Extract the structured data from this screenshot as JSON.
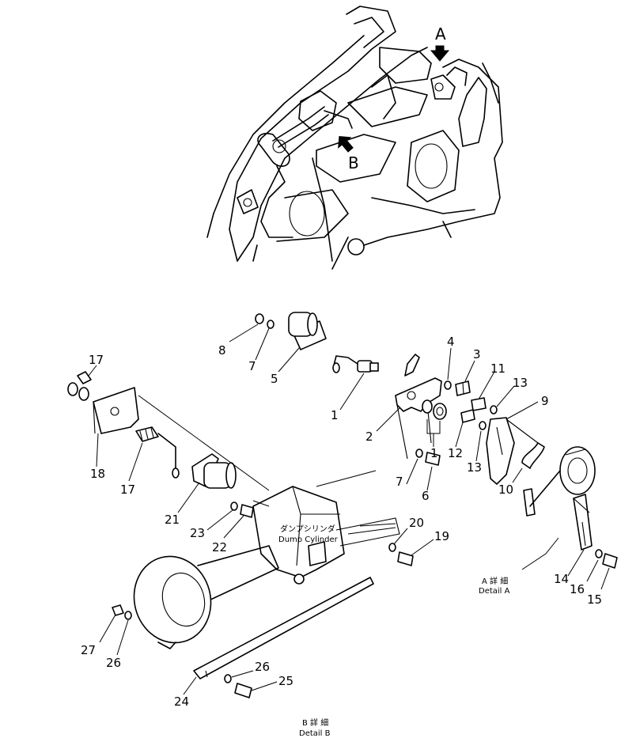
{
  "views": {
    "arrow_a": "A",
    "arrow_b": "B"
  },
  "cylinder_label": {
    "jp": "ダンプシリンダ",
    "en": "Dump Cylinder"
  },
  "detail_a": {
    "jp": "A 詳 細",
    "en": "Detail A"
  },
  "detail_b": {
    "jp": "B 詳 細",
    "en": "Detail B"
  },
  "callouts": {
    "c1a": "1",
    "c1b": "1",
    "c2": "2",
    "c3": "3",
    "c4": "4",
    "c5": "5",
    "c6": "6",
    "c7a": "7",
    "c7b": "7",
    "c8": "8",
    "c9": "9",
    "c10": "10",
    "c11": "11",
    "c12": "12",
    "c13a": "13",
    "c13b": "13",
    "c14": "14",
    "c15": "15",
    "c16": "16",
    "c17a": "17",
    "c17b": "17",
    "c18": "18",
    "c19": "19",
    "c20": "20",
    "c21": "21",
    "c22": "22",
    "c23": "23",
    "c24": "24",
    "c25": "25",
    "c26a": "26",
    "c26b": "26",
    "c27": "27"
  }
}
